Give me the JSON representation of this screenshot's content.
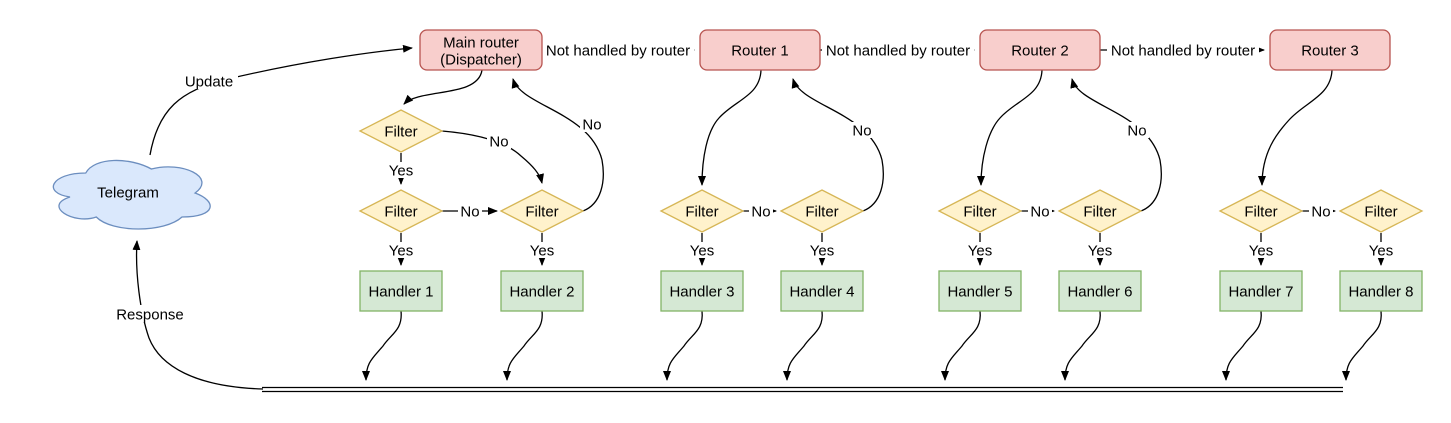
{
  "diagram": {
    "cloud": {
      "label": "Telegram"
    },
    "dispatcher": {
      "line1": "Main router",
      "line2": "(Dispatcher)"
    },
    "routers": [
      {
        "label": "Router 1"
      },
      {
        "label": "Router 2"
      },
      {
        "label": "Router 3"
      }
    ],
    "filter_label": "Filter",
    "handlers": [
      {
        "label": "Handler 1"
      },
      {
        "label": "Handler 2"
      },
      {
        "label": "Handler 3"
      },
      {
        "label": "Handler 4"
      },
      {
        "label": "Handler 5"
      },
      {
        "label": "Handler 6"
      },
      {
        "label": "Handler 7"
      },
      {
        "label": "Handler 8"
      }
    ],
    "edge_labels": {
      "update": "Update",
      "response": "Response",
      "not_handled": "Not handled by router",
      "yes": "Yes",
      "no": "No"
    },
    "colors": {
      "cloud_fill": "#dae8fc",
      "cloud_stroke": "#6c8ebf",
      "router_fill": "#f8cecc",
      "router_stroke": "#b85450",
      "filter_fill": "#fff2cc",
      "filter_stroke": "#d6b656",
      "handler_fill": "#d5e8d4",
      "handler_stroke": "#82b366",
      "edge": "#000000",
      "text": "#000000",
      "label_background": "#ffffff",
      "background": "#ffffff"
    }
  }
}
